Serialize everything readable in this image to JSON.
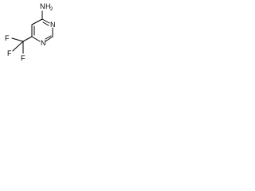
{
  "molecule": {
    "atoms": {
      "amine_n": "N",
      "amine_h": "H",
      "amine_h_count": "2",
      "ring_n_upper": "N",
      "ring_n_lower": "N",
      "fluorine_left": "F",
      "fluorine_bottom": "F",
      "fluorine_lower_left": "F"
    }
  }
}
